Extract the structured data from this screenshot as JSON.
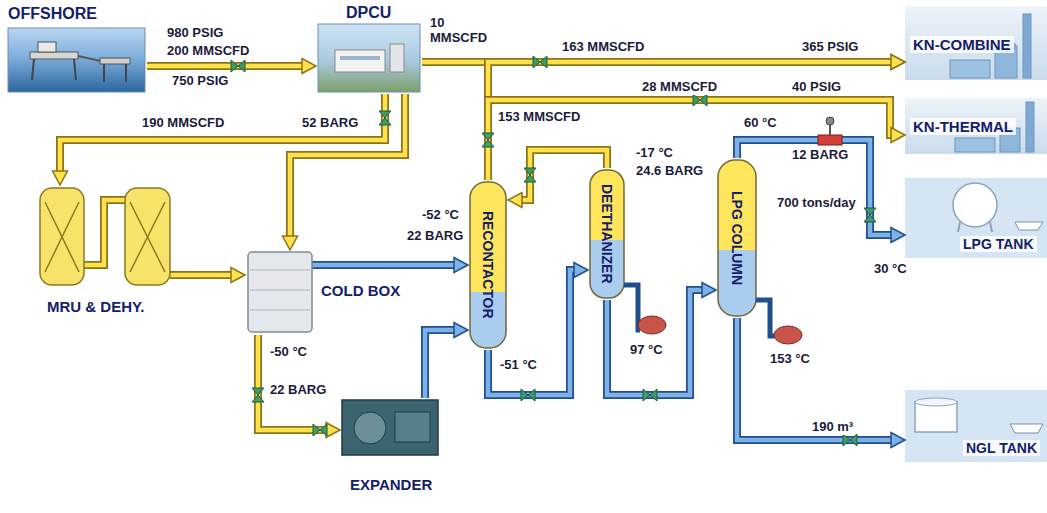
{
  "diagram": {
    "nodes": [
      {
        "text": [
          "OFFSHORE"
        ]
      },
      {
        "text": [
          "DPCU"
        ]
      },
      {
        "text": [
          "KN-COMBINE"
        ]
      },
      {
        "text": [
          "KN-THERMAL"
        ]
      },
      {
        "text": [
          "MRU & DEHY."
        ]
      },
      {
        "text": [
          "COLD BOX"
        ]
      },
      {
        "text": [
          "RECONTACTOR"
        ]
      },
      {
        "text": [
          "DEETHANIZER"
        ]
      },
      {
        "text": [
          "LPG COLUMN"
        ]
      },
      {
        "text": [
          "LPG TANK"
        ]
      },
      {
        "text": [
          "EXPANDER"
        ]
      },
      {
        "text": [
          "NGL TANK"
        ]
      }
    ],
    "edges": [
      {
        "from": 0,
        "to": 1,
        "arrow": "to",
        "label": "200 MMSCFD"
      },
      {
        "from": 1,
        "to": 2,
        "arrow": "to",
        "label": "163 MMSCFD"
      },
      {
        "from": 6,
        "to": 2,
        "arrow": "to",
        "label": "153 MMSCFD"
      },
      {
        "from": 6,
        "to": 3,
        "arrow": "to",
        "label": "28 MMSCFD"
      },
      {
        "from": 1,
        "to": 4,
        "arrow": "to",
        "label": "190 MMSCFD"
      },
      {
        "from": 4,
        "to": 5,
        "arrow": "to"
      },
      {
        "from": 1,
        "to": 5,
        "arrow": "to"
      },
      {
        "from": 5,
        "to": 6,
        "arrow": "to"
      },
      {
        "from": 5,
        "to": 10,
        "arrow": "to"
      },
      {
        "from": 10,
        "to": 6,
        "arrow": "to"
      },
      {
        "from": 6,
        "to": 7,
        "arrow": "to"
      },
      {
        "from": 7,
        "to": 6,
        "arrow": "to"
      },
      {
        "from": 7,
        "to": 8,
        "arrow": "to"
      },
      {
        "from": 8,
        "to": 9,
        "arrow": "to",
        "label": "700 tons/day"
      },
      {
        "from": 8,
        "to": 11,
        "arrow": "to",
        "label": "190 m³"
      }
    ],
    "labels": [
      "980 PSIG",
      "750 PSIG",
      "10 MMSCFD",
      "365 PSIG",
      "40 PSIG",
      "52 BARG",
      "-52 °C",
      "22 BARG",
      "-50 °C",
      "22 BARG",
      "-51 °C",
      "-17 °C",
      "24.6 BARG",
      "60 °C",
      "12 BARG",
      "97 °C",
      "153 °C",
      "30 °C"
    ]
  }
}
